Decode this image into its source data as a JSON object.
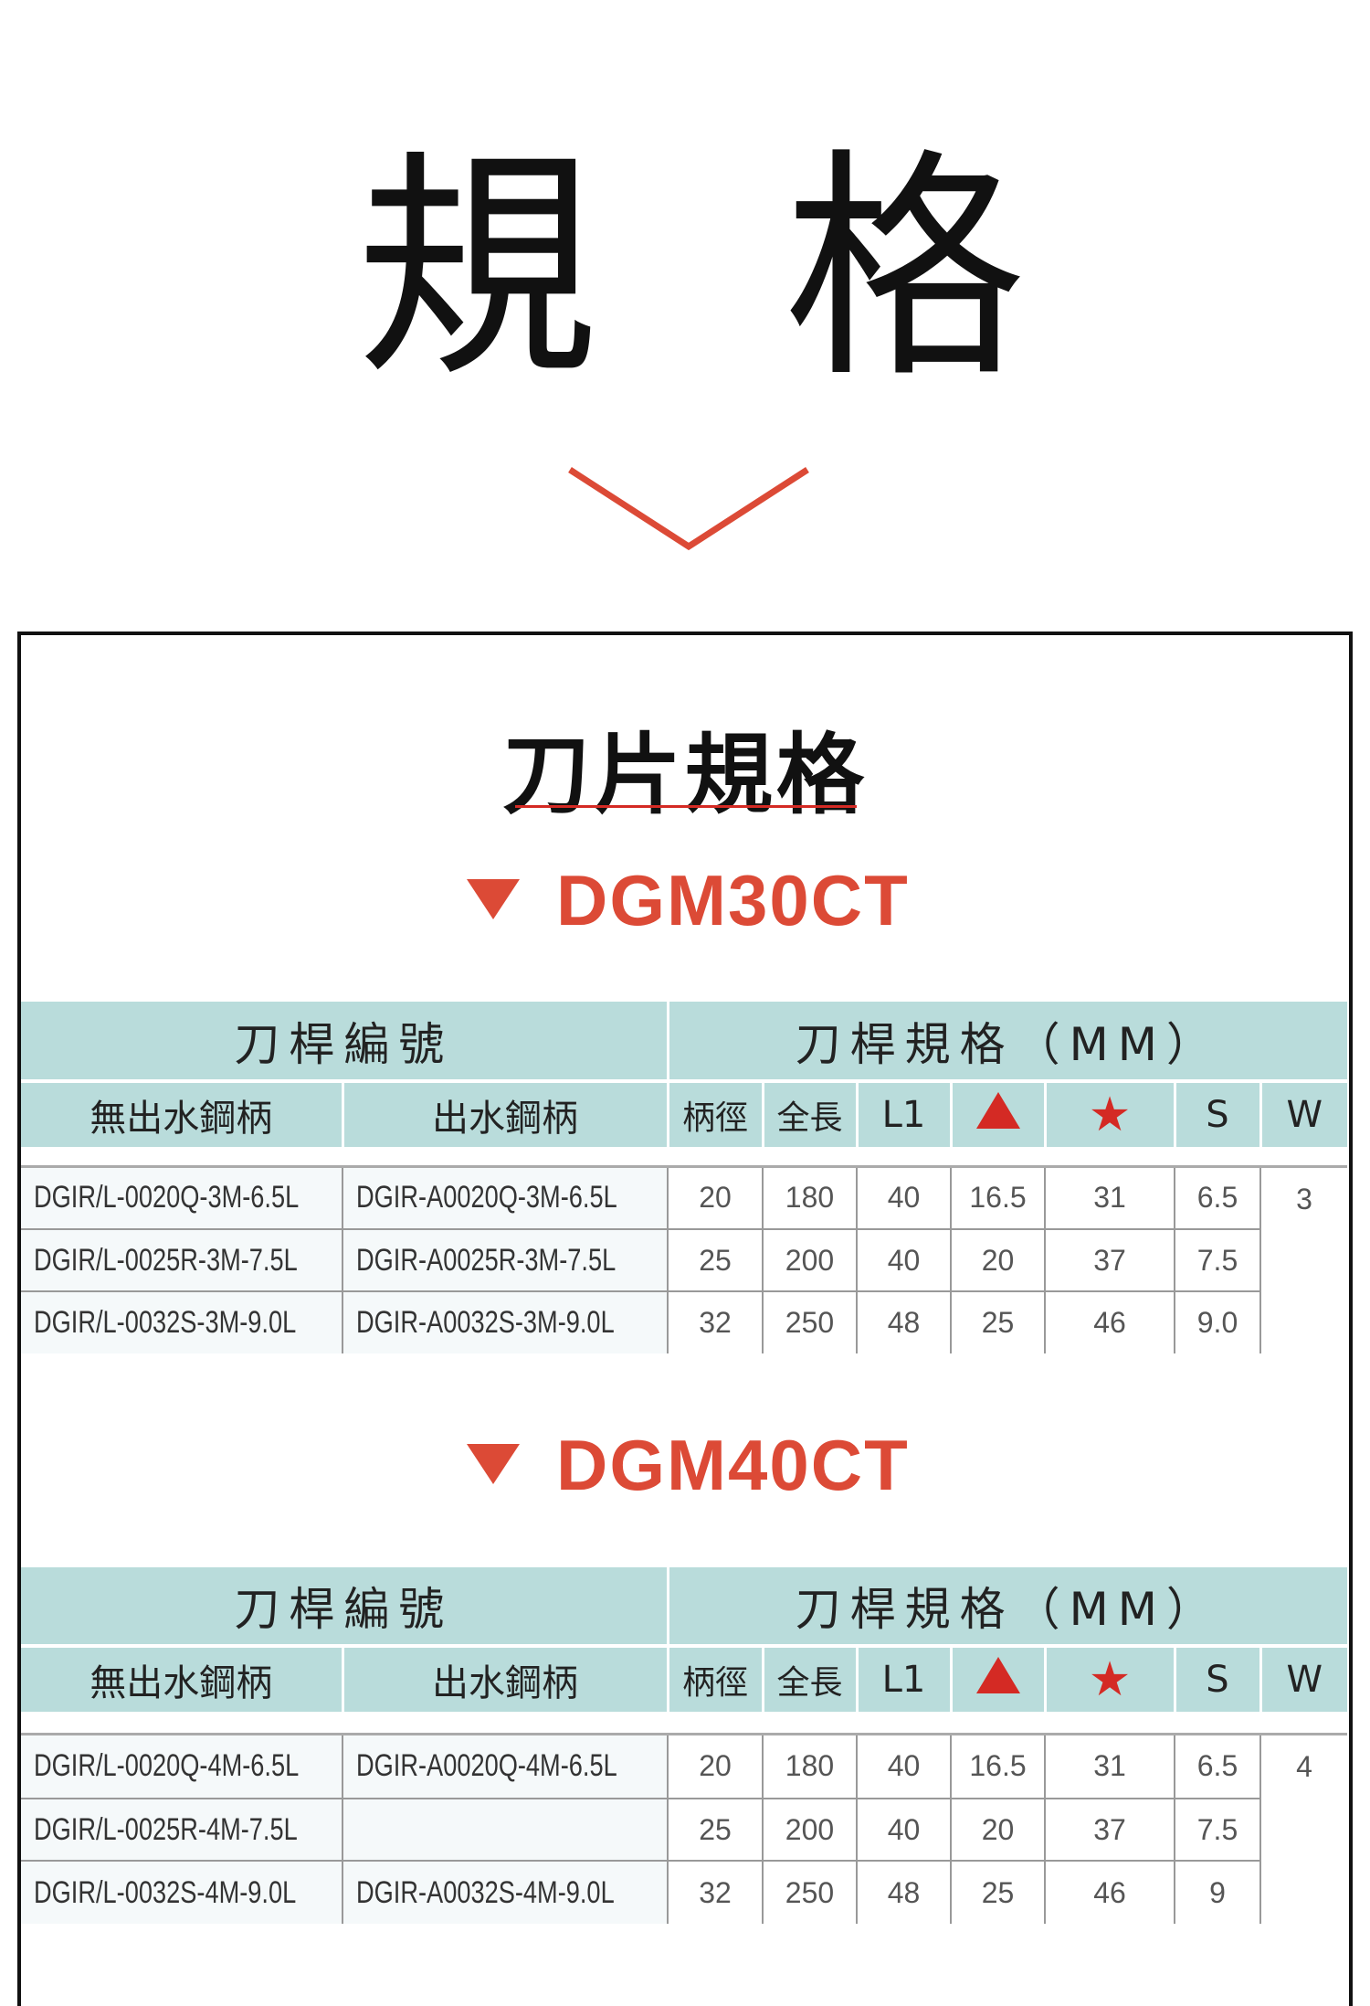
{
  "title": {
    "char1": "規",
    "char2": "格"
  },
  "section_title": "刀片規格",
  "colors": {
    "accent": "#dc4a36",
    "header_bg": "#b9dcdb",
    "symbol": "#d42a24"
  },
  "header": {
    "group_left": "刀桿編號",
    "group_right": "刀桿規格（MM）",
    "columns": [
      "無出水鋼柄",
      "出水鋼柄",
      "柄徑",
      "全長",
      "L1",
      "triangle-symbol",
      "star-symbol",
      "S",
      "W"
    ]
  },
  "tables": [
    {
      "model": "DGM30CT",
      "w": "3",
      "rows": [
        [
          "DGIR/L-0020Q-3M-6.5L",
          "DGIR-A0020Q-3M-6.5L",
          "20",
          "180",
          "40",
          "16.5",
          "31",
          "6.5"
        ],
        [
          "DGIR/L-0025R-3M-7.5L",
          "DGIR-A0025R-3M-7.5L",
          "25",
          "200",
          "40",
          "20",
          "37",
          "7.5"
        ],
        [
          "DGIR/L-0032S-3M-9.0L",
          "DGIR-A0032S-3M-9.0L",
          "32",
          "250",
          "48",
          "25",
          "46",
          "9.0"
        ]
      ]
    },
    {
      "model": "DGM40CT",
      "w": "4",
      "rows": [
        [
          "DGIR/L-0020Q-4M-6.5L",
          "DGIR-A0020Q-4M-6.5L",
          "20",
          "180",
          "40",
          "16.5",
          "31",
          "6.5"
        ],
        [
          "DGIR/L-0025R-4M-7.5L",
          "",
          "25",
          "200",
          "40",
          "20",
          "37",
          "7.5"
        ],
        [
          "DGIR/L-0032S-4M-9.0L",
          "DGIR-A0032S-4M-9.0L",
          "32",
          "250",
          "48",
          "25",
          "46",
          "9"
        ]
      ]
    }
  ]
}
